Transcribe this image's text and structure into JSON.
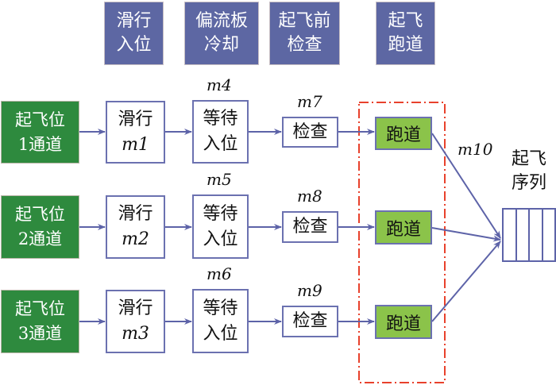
{
  "headers": [
    {
      "line1": "滑行",
      "line2": "入位"
    },
    {
      "line1": "偏流板",
      "line2": "冷却"
    },
    {
      "line1": "起飞前",
      "line2": "检查"
    },
    {
      "line1": "起飞",
      "line2": "跑道"
    }
  ],
  "rows": [
    {
      "source_line1": "起飞位",
      "source_line2": "1通道",
      "taxi_label": "滑行",
      "taxi_var": "m1",
      "wait_var": "m4",
      "wait_line1": "等待",
      "wait_line2": "入位",
      "check_var": "m7",
      "check_label": "检查",
      "runway_label": "跑道"
    },
    {
      "source_line1": "起飞位",
      "source_line2": "2通道",
      "taxi_label": "滑行",
      "taxi_var": "m2",
      "wait_var": "m5",
      "wait_line1": "等待",
      "wait_line2": "入位",
      "check_var": "m8",
      "check_label": "检查",
      "runway_label": "跑道"
    },
    {
      "source_line1": "起飞位",
      "source_line2": "3通道",
      "taxi_label": "滑行",
      "taxi_var": "m3",
      "wait_var": "m6",
      "wait_line1": "等待",
      "wait_line2": "入位",
      "check_var": "m9",
      "check_label": "检查",
      "runway_label": "跑道"
    }
  ],
  "runway_var": "m10",
  "queue": {
    "line1": "起飞",
    "line2": "序列",
    "cells": 4
  },
  "colors": {
    "header": "#5d67a3",
    "source": "#2e8a3e",
    "runway": "#8bc34a",
    "edge": "#5d63a8",
    "group": "#e8412c"
  }
}
